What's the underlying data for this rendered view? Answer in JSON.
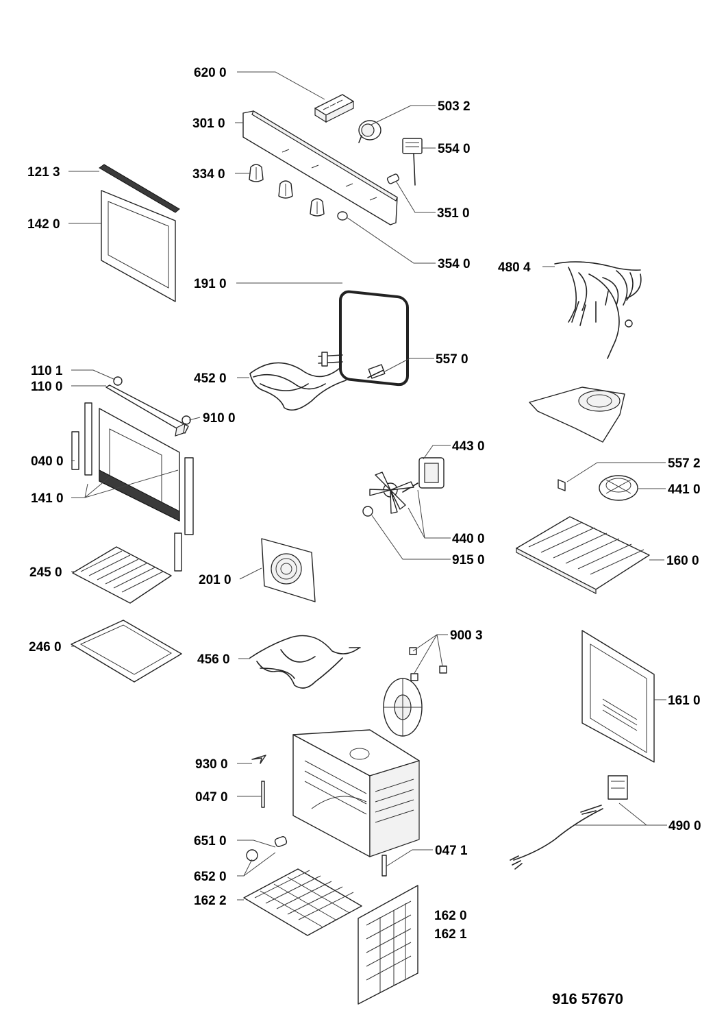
{
  "labels": {
    "l620_0": "620 0",
    "l301_0": "301 0",
    "l503_2": "503 2",
    "l554_0": "554 0",
    "l121_3": "121 3",
    "l334_0": "334 0",
    "l142_0": "142 0",
    "l351_0": "351 0",
    "l354_0": "354 0",
    "l191_0": "191 0",
    "l480_4": "480 4",
    "l110_1": "110 1",
    "l110_0": "110 0",
    "l452_0": "452 0",
    "l557_0": "557 0",
    "l910_0": "910 0",
    "l040_0": "040 0",
    "l443_0": "443 0",
    "l557_2": "557 2",
    "l441_0": "441 0",
    "l141_0": "141 0",
    "l440_0": "440 0",
    "l245_0": "245 0",
    "l915_0": "915 0",
    "l160_0": "160 0",
    "l201_0": "201 0",
    "l900_3": "900 3",
    "l246_0": "246 0",
    "l456_0": "456 0",
    "l161_0": "161 0",
    "l930_0": "930 0",
    "l047_0": "047 0",
    "l490_0": "490 0",
    "l651_0": "651 0",
    "l047_1": "047 1",
    "l652_0": "652 0",
    "l162_2": "162 2",
    "l162_0": "162 0",
    "l162_1": "162 1"
  },
  "document_code": "916 57670"
}
